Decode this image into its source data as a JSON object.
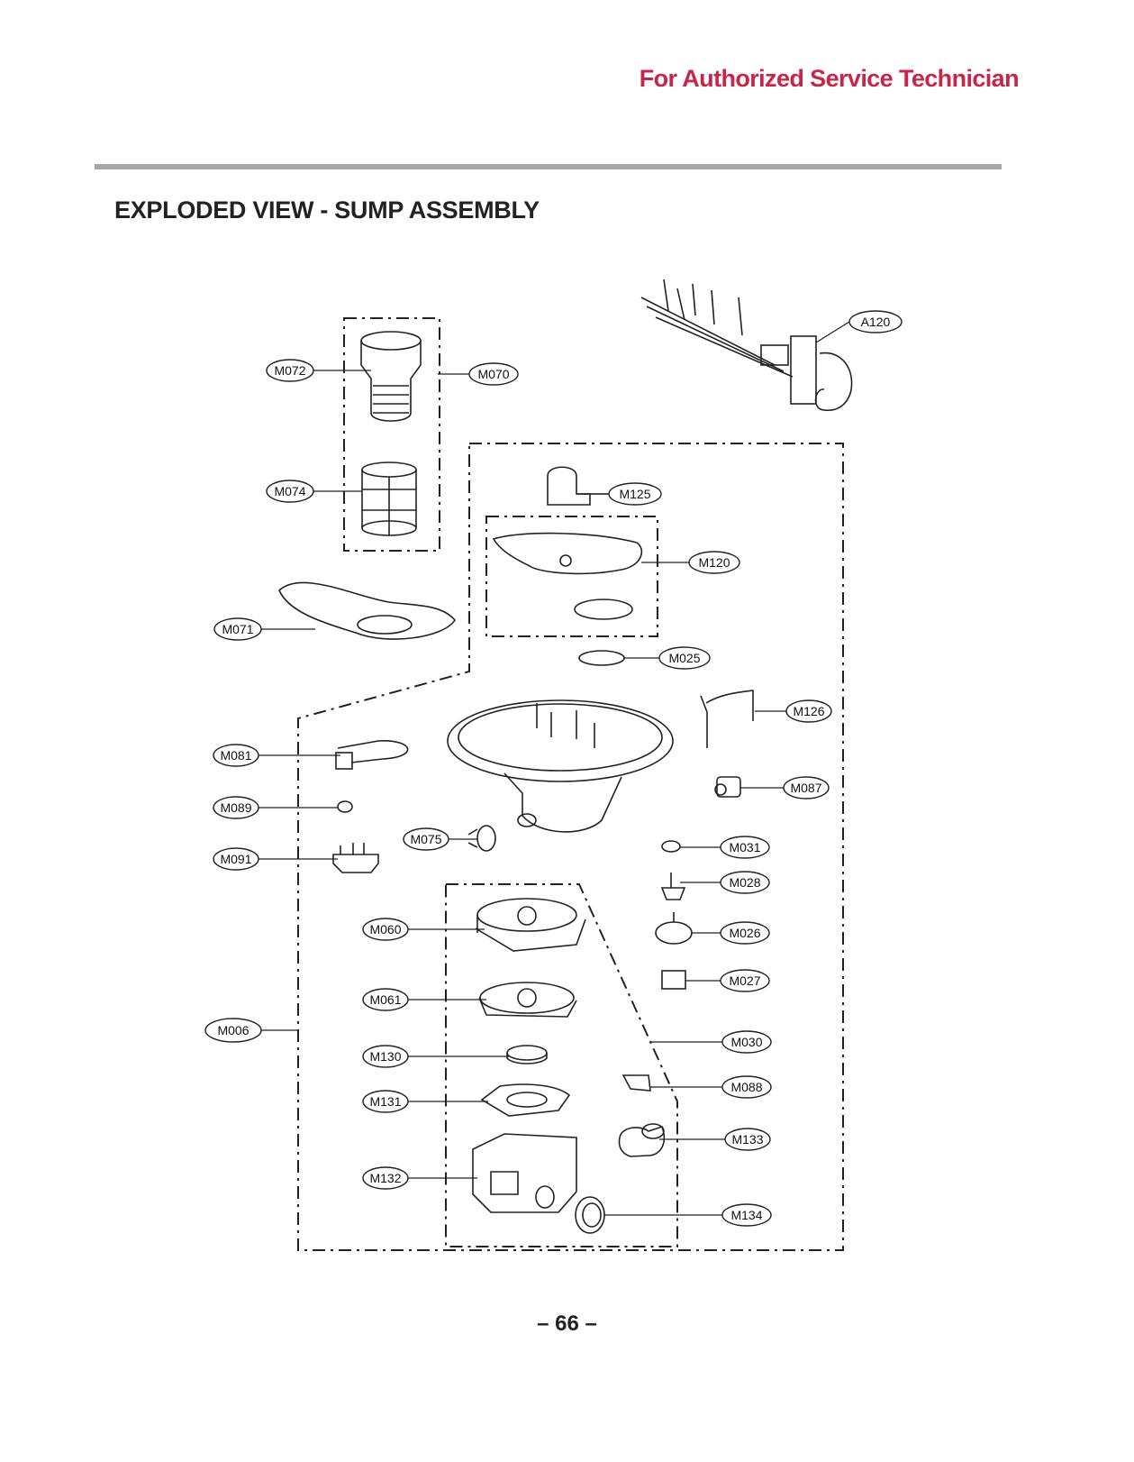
{
  "header": {
    "note": "For Authorized Service Technician"
  },
  "title": "EXPLODED VIEW - SUMP ASSEMBLY",
  "callouts": {
    "A120": "A120",
    "M072": "M072",
    "M070": "M070",
    "M074": "M074",
    "M071": "M071",
    "M125": "M125",
    "M120": "M120",
    "M025": "M025",
    "M126": "M126",
    "M081": "M081",
    "M087": "M087",
    "M089": "M089",
    "M075": "M075",
    "M031": "M031",
    "M091": "M091",
    "M028": "M028",
    "M060": "M060",
    "M026": "M026",
    "M027": "M027",
    "M061": "M061",
    "M006": "M006",
    "M030": "M030",
    "M130": "M130",
    "M088": "M088",
    "M131": "M131",
    "M133": "M133",
    "M132": "M132",
    "M134": "M134"
  },
  "footer": {
    "page_number": "– 66 –"
  }
}
